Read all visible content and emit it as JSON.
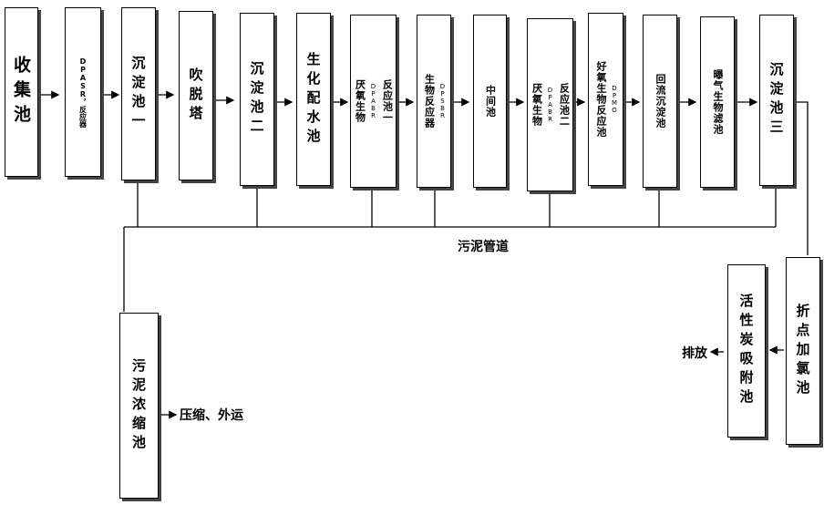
{
  "boxes": {
    "collection": "收集池",
    "dpasr": "DPASR，反应器",
    "sed1": "沉淀池一",
    "stripper": "吹脱塔",
    "sed2": "沉淀池二",
    "biomix": "生化配水池",
    "anaerobic1": [
      "反应池一",
      "DPABR",
      "厌氧生物"
    ],
    "dpsbr": [
      "DPSBR",
      "生物反应器"
    ],
    "intermediate": "中间池",
    "anaerobic2": [
      "反应池二",
      "DPABR",
      "厌氧生物"
    ],
    "aerobic": [
      "DPMO",
      "好氧生物反应池"
    ],
    "return_sed": "回流沉淀池",
    "aeration": "曝气生物滤池",
    "sed3": "沉淀池三",
    "sludge_thick": "污泥浓缩池",
    "breakpoint": "折点加氯池",
    "carbon": "活性炭吸附池"
  },
  "labels": {
    "sludge_pipe": "污泥管道",
    "compress": "压缩、外运",
    "discharge": "排放"
  }
}
